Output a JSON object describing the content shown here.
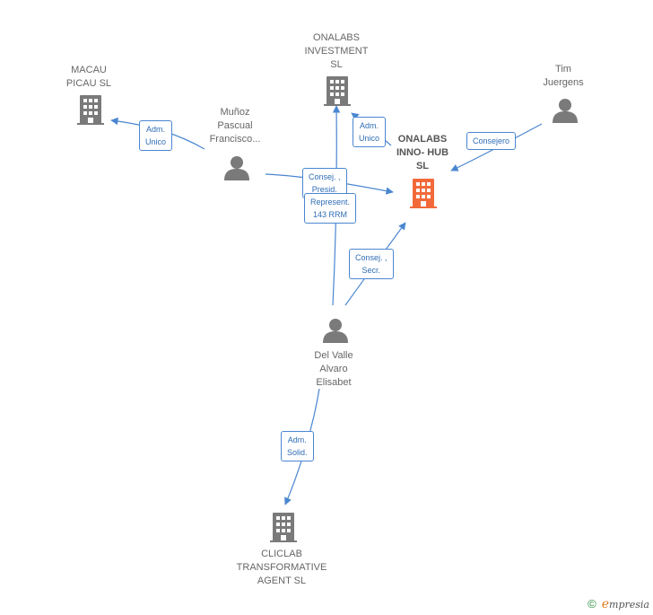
{
  "colors": {
    "edge": "#4a86d0",
    "building": "#7a7a7a",
    "building_focus": "#f26a3a",
    "person": "#7a7a7a"
  },
  "nodes": {
    "macau": {
      "lines": [
        "MACAU",
        "PICAU SL"
      ]
    },
    "onalabs_investment": {
      "lines": [
        "ONALABS",
        "INVESTMENT",
        "SL"
      ]
    },
    "tim": {
      "lines": [
        "Tim",
        "Juergens"
      ]
    },
    "munoz": {
      "lines": [
        "Muñoz",
        "Pascual",
        "Francisco..."
      ]
    },
    "onalabs_inno": {
      "lines": [
        "ONALABS",
        "INNO- HUB",
        "SL"
      ]
    },
    "delvalle": {
      "lines": [
        "Del Valle",
        "Alvaro",
        "Elisabet"
      ]
    },
    "cliclab": {
      "lines": [
        "CLICLAB",
        "TRANSFORMATIVE",
        "AGENT  SL"
      ]
    }
  },
  "edges": {
    "adm_unico_macau": {
      "lines": [
        "Adm.",
        "Unico"
      ]
    },
    "adm_unico_invest": {
      "lines": [
        "Adm.",
        "Unico"
      ]
    },
    "consejero": {
      "lines": [
        "Consejero"
      ]
    },
    "consej_presid": {
      "lines": [
        "Consej. ,",
        "Presid."
      ]
    },
    "represent": {
      "lines": [
        "Represent.",
        "143 RRM"
      ]
    },
    "consej_secr": {
      "lines": [
        "Consej. ,",
        "Secr."
      ]
    },
    "adm_solid": {
      "lines": [
        "Adm.",
        "Solid."
      ]
    }
  },
  "footer": {
    "copyright": "©",
    "brand_initial": "e",
    "brand_rest": "mpresia"
  }
}
